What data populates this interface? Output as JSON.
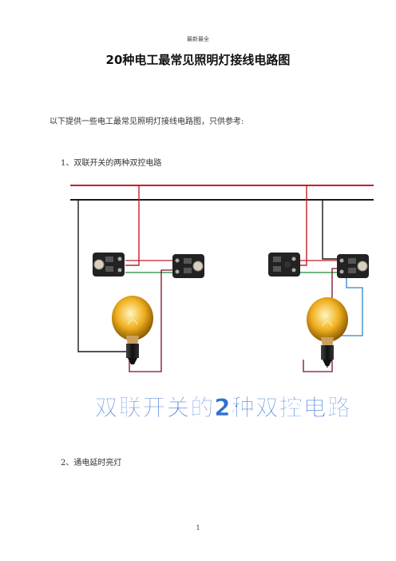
{
  "header": {
    "text": "最新最全"
  },
  "title": "20种电工最常见照明灯接线电路图",
  "intro": "以下提供一些电工最常见照明灯接线电路图，只供参考:",
  "sections": [
    {
      "label": "1、双联开关的两种双控电路"
    },
    {
      "label": "2、通电延时亮灯"
    }
  ],
  "diagram": {
    "caption": "双联开关的2种双控电路",
    "colors": {
      "live": "#c81e2a",
      "neutral": "#1a1a1a",
      "green": "#1f8a3a",
      "blue": "#2e86c8",
      "maroon": "#7a1020",
      "caption": "#2f6fd0",
      "bulb": "#f0b020"
    }
  },
  "footer": {
    "page_number": "1"
  }
}
